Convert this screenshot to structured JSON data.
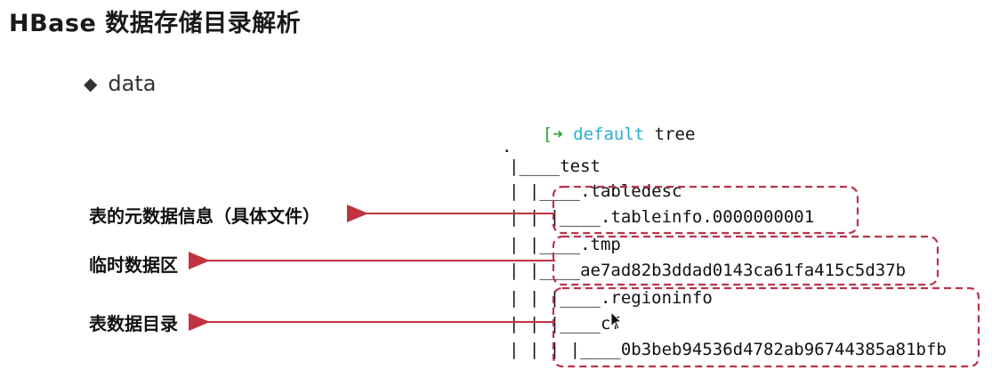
{
  "slide": {
    "title": "HBase 数据存储目录解析",
    "bullet_icon": "diamond-bullet-icon",
    "bullet_text": "data"
  },
  "terminal": {
    "prompt_icon": "green-arrow-icon",
    "prompt_dir": "default",
    "command": "tree",
    "lines": [
      ".",
      "|____test",
      "| |____.tabledesc",
      "| | |____.tableinfo.0000000001",
      "| |____.tmp",
      "| |____ae7ad82b3ddad0143ca61fa415c5d37b",
      "| | |____.regioninfo",
      "| | |____cf",
      "| | | |____0b3beb94536d4782ab96744385a81bfb"
    ]
  },
  "annotations": [
    {
      "label": "表的元数据信息（具体文件）",
      "color": "#c0333f"
    },
    {
      "label": "临时数据区",
      "color": "#c0333f"
    },
    {
      "label": "表数据目录",
      "color": "#c0333f"
    }
  ],
  "colors": {
    "arrow": "#c0333f",
    "dashed_box": "#b9344a",
    "prompt_arrow": "#2aa52a",
    "prompt_dir": "#2aaed0"
  }
}
